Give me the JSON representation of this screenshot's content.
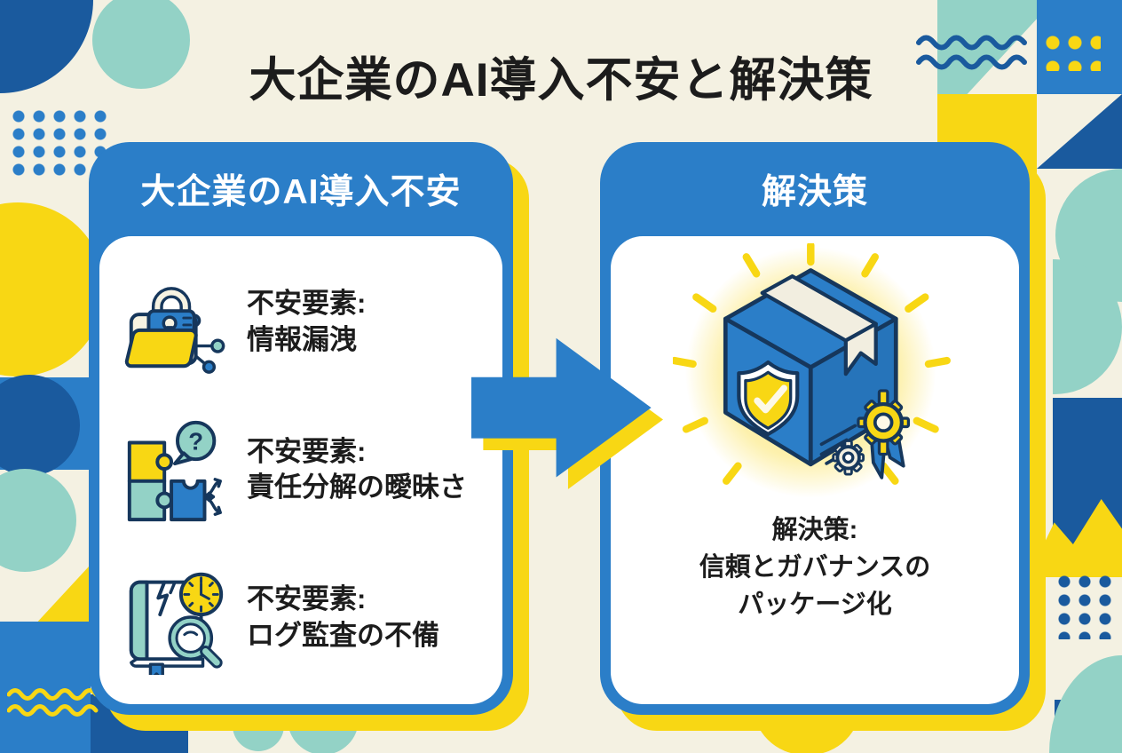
{
  "title": "大企業のAI導入不安と解決策",
  "left_card": {
    "header": "大企業のAI導入不安",
    "items": [
      {
        "icon": "lock-folder-icon",
        "line1": "不安要素:",
        "line2": "情報漏洩"
      },
      {
        "icon": "puzzle-question-icon",
        "line1": "不安要素:",
        "line2": "責任分解の曖昧さ"
      },
      {
        "icon": "book-audit-icon",
        "line1": "不安要素:",
        "line2": "ログ監査の不備"
      }
    ]
  },
  "arrow": {
    "icon": "right-arrow-icon",
    "direction": "right"
  },
  "right_card": {
    "header": "解決策",
    "illustration": "secure-package-icon",
    "caption_line1": "解決策:",
    "caption_line2": "信頼とガバナンスの",
    "caption_line3": "パッケージ化"
  },
  "colors": {
    "blue": "#2B7EC8",
    "dark_blue": "#1A5A9E",
    "navy": "#16375C",
    "teal": "#93D2C6",
    "yellow": "#F8D714",
    "cream": "#F4F1E2",
    "ink": "#1C1C1C",
    "white": "#FFFFFF"
  }
}
